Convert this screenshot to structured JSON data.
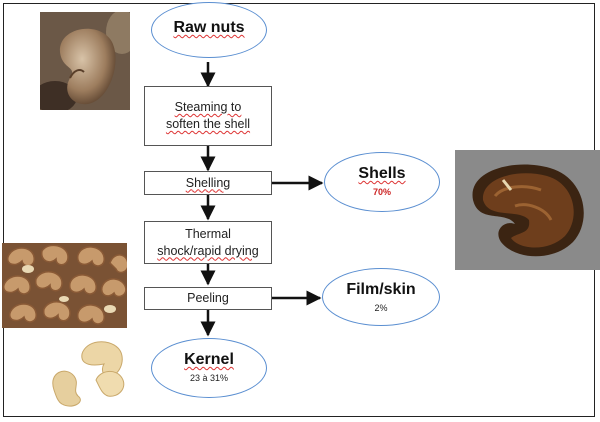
{
  "nodes": {
    "raw_nuts": "Raw nuts",
    "steaming_line1": "Steaming to",
    "steaming_line2": "soften the shell",
    "shelling": "Shelling",
    "thermal_line1": "Thermal",
    "thermal_line2": "shock/rapid drying",
    "peeling": "Peeling",
    "kernel": "Kernel",
    "kernel_value": "23 à 31%",
    "shells": "Shells",
    "shells_value": "70%",
    "film": "Film/skin",
    "film_value": "2%"
  },
  "colors": {
    "ellipse_border": "#5b8fd1",
    "shells_value": "#cc2222",
    "arrow": "#111111"
  },
  "images": [
    "cashew-raw-nut-photo",
    "cashew-shell-photo",
    "cashew-kernels-with-skin-photo",
    "cashew-peeled-kernels-photo"
  ]
}
